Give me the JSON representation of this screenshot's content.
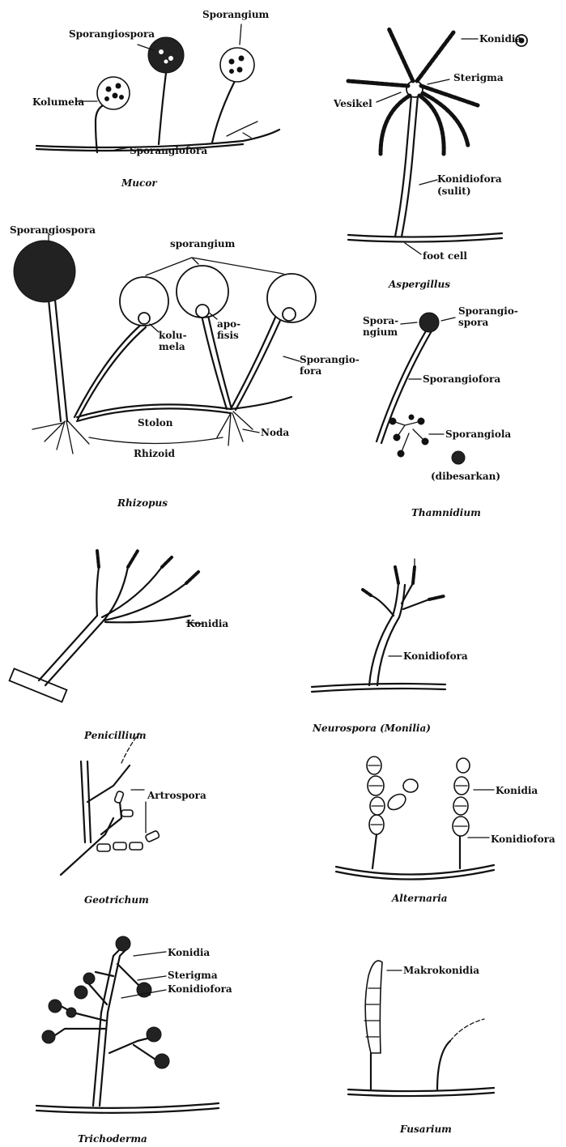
{
  "panels": {
    "mucor": {
      "caption": "Mucor",
      "labels": {
        "sporangiospora": "Sporangiospora",
        "sporangium": "Sporangium",
        "kolumela": "Kolumela",
        "sporangiofora": "Sporangiofora"
      }
    },
    "aspergillus": {
      "caption": "Aspergillus",
      "labels": {
        "konidia": "Konidia",
        "sterigma": "Sterigma",
        "vesikel": "Vesikel",
        "konidiofora": "Konidiofora",
        "konidiofora_note": "(sulit)",
        "foot_cell": "foot cell"
      }
    },
    "rhizopus": {
      "caption": "Rhizopus",
      "labels": {
        "sporangiospora": "Sporangiospora",
        "sporangium": "sporangium",
        "kolumela_1": "kolu-",
        "kolumela_2": "mela",
        "apofisis_1": "apo-",
        "apofisis_2": "fisis",
        "sporangiofora_1": "Sporangio-",
        "sporangiofora_2": "fora",
        "stolon": "Stolon",
        "noda": "Noda",
        "rhizoid": "Rhizoid"
      }
    },
    "thamnidium": {
      "caption": "Thamnidium",
      "labels": {
        "sporangium_1": "Spora-",
        "sporangium_2": "ngium",
        "sporangiospora_1": "Sporangio-",
        "sporangiospora_2": "spora",
        "sporangiofora": "Sporangiofora",
        "sporangiola": "Sporangiola",
        "dibesarkan": "(dibesarkan)"
      }
    },
    "penicillium": {
      "caption": "Penicillium",
      "labels": {
        "konidia": "Konidia"
      }
    },
    "neurospora": {
      "caption": "Neurospora (Monilia)",
      "labels": {
        "konidiofora": "Konidiofora"
      }
    },
    "geotrichum": {
      "caption": "Geotrichum",
      "labels": {
        "artrospora": "Artrospora"
      }
    },
    "alternaria": {
      "caption": "Alternaria",
      "labels": {
        "konidia": "Konidia",
        "konidiofora": "Konidiofora"
      }
    },
    "trichoderma": {
      "caption": "Trichoderma",
      "labels": {
        "konidia": "Konidia",
        "sterigma": "Sterigma",
        "konidiofora": "Konidiofora"
      }
    },
    "fusarium": {
      "caption": "Fusarium",
      "labels": {
        "makrokonidia": "Makrokonidia"
      }
    }
  }
}
